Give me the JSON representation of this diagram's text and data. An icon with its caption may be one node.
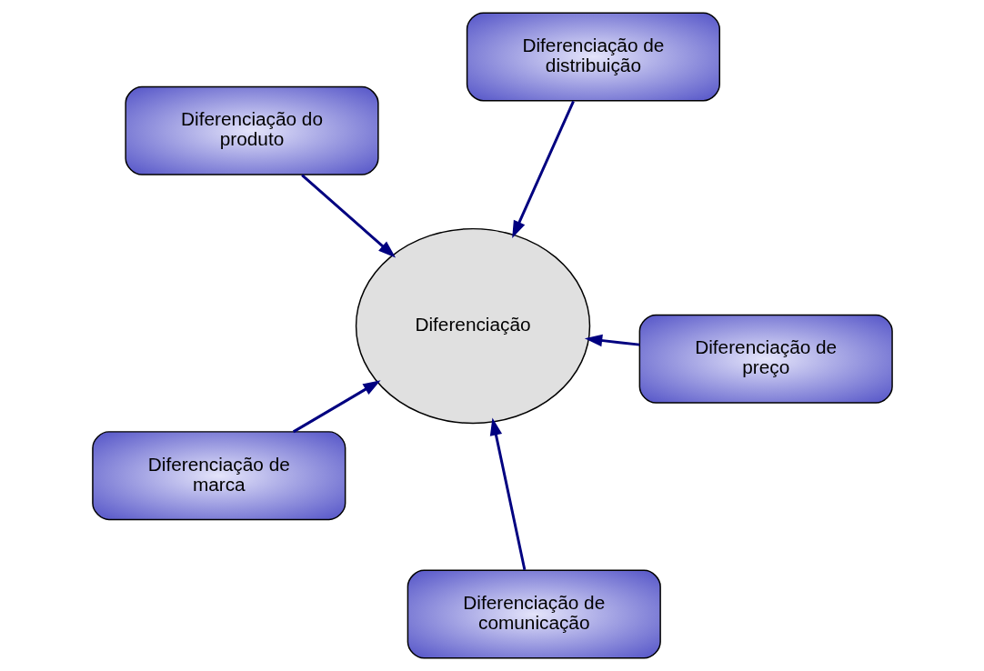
{
  "diagram": {
    "nodes": [
      {
        "text": [
          "Diferenciação do produto"
        ]
      },
      {
        "text": [
          "Diferenciação de preço"
        ]
      },
      {
        "text": [
          "Diferenciação de comunicação"
        ]
      },
      {
        "text": [
          "Diferenciação"
        ]
      },
      {
        "text": [
          "Diferenciação de distribuição"
        ]
      },
      {
        "text": [
          "Diferenciação de marca"
        ]
      }
    ],
    "edges": [
      {
        "from": 0,
        "to": 3,
        "arrow": "to"
      },
      {
        "from": 1,
        "to": 3,
        "arrow": "to"
      },
      {
        "from": 2,
        "to": 3,
        "arrow": "to"
      },
      {
        "from": 4,
        "to": 3,
        "arrow": "to"
      },
      {
        "from": 5,
        "to": 3,
        "arrow": "to"
      }
    ]
  }
}
